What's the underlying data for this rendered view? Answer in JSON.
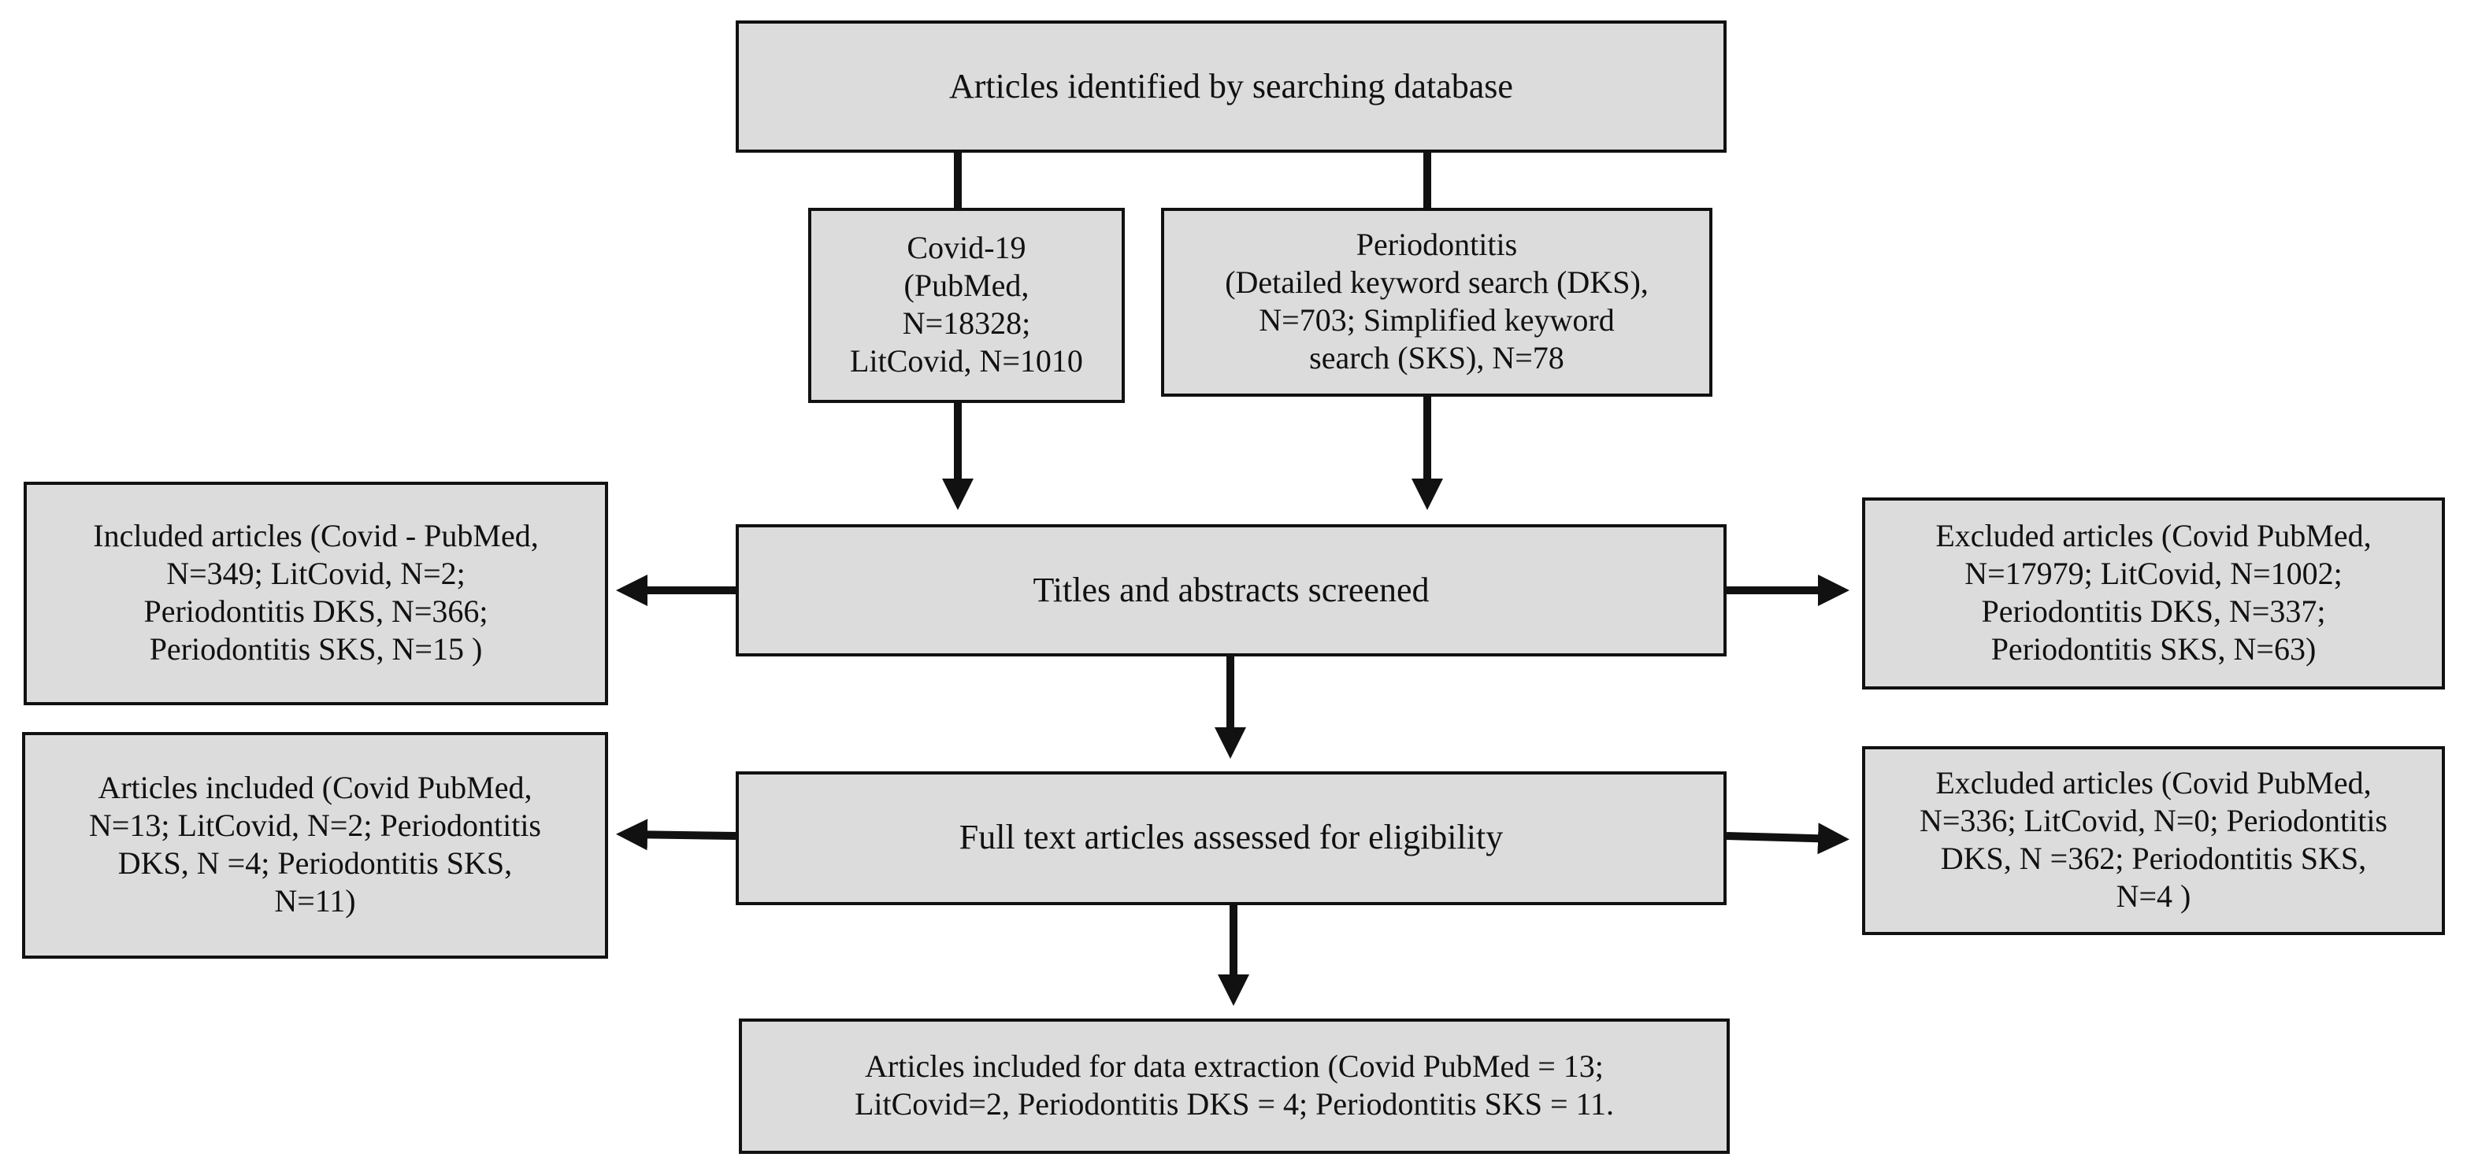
{
  "boxes": {
    "identified": "Articles identified by searching database",
    "covid": "Covid-19\n(PubMed,\nN=18328;\nLitCovid, N=1010",
    "perio": "Periodontitis\n(Detailed keyword search (DKS),\nN=703; Simplified keyword\nsearch (SKS), N=78",
    "screened": "Titles and abstracts screened",
    "included1": "Included articles (Covid - PubMed,\nN=349;  LitCovid, N=2;\nPeriodontitis DKS, N=366;\nPeriodontitis SKS, N=15 )",
    "excluded1": "Excluded articles (Covid PubMed,\nN=17979; LitCovid, N=1002;\nPeriodontitis DKS, N=337;\nPeriodontitis SKS, N=63)",
    "fulltext": "Full text articles assessed for eligibility",
    "included2": "Articles included (Covid PubMed,\nN=13; LitCovid, N=2; Periodontitis\nDKS, N =4; Periodontitis SKS,\nN=11)",
    "excluded2": "Excluded articles (Covid PubMed,\nN=336; LitCovid, N=0; Periodontitis\nDKS, N =362; Periodontitis SKS,\nN=4 )",
    "final": "Articles included for data extraction (Covid PubMed = 13;\nLitCovid=2, Periodontitis DKS = 4; Periodontitis SKS = 11."
  },
  "colors": {
    "box_fill": "#dcdcdc",
    "line": "#111111"
  }
}
